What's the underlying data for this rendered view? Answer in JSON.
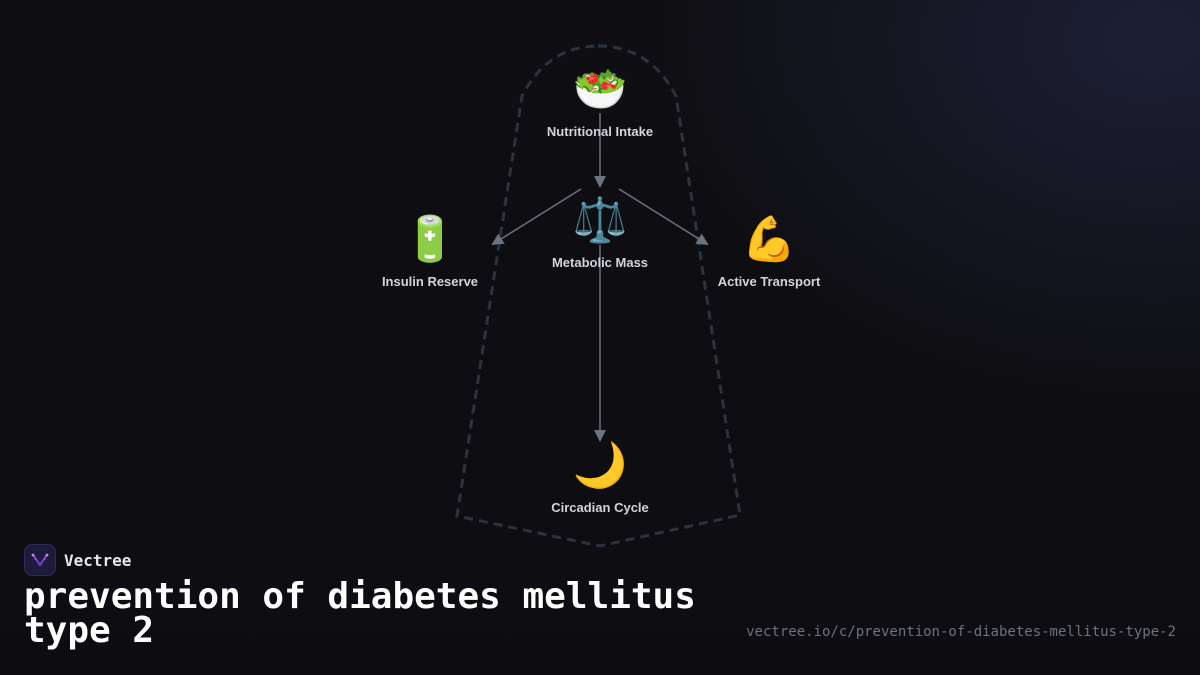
{
  "brand": {
    "name": "Vectree",
    "logo_icon": "vectree-logo-icon"
  },
  "title": "prevention of diabetes mellitus type 2",
  "url": "vectree.io/c/prevention-of-diabetes-mellitus-type-2",
  "colors": {
    "background": "#0f0f13",
    "edge": "#6b7280",
    "boundary": "#2b3240",
    "logo_accent": "#a855f7"
  },
  "diagram": {
    "nodes": [
      {
        "id": "nutritional-intake",
        "label": "Nutritional Intake",
        "icon": "salad-icon",
        "glyph": "🥗"
      },
      {
        "id": "metabolic-mass",
        "label": "Metabolic Mass",
        "icon": "scales-icon",
        "glyph": "⚖️"
      },
      {
        "id": "insulin-reserve",
        "label": "Insulin Reserve",
        "icon": "battery-icon",
        "glyph": "🔋"
      },
      {
        "id": "active-transport",
        "label": "Active Transport",
        "icon": "flexed-biceps-icon",
        "glyph": "💪"
      },
      {
        "id": "circadian-cycle",
        "label": "Circadian Cycle",
        "icon": "crescent-moon-icon",
        "glyph": "🌙"
      }
    ],
    "edges": [
      {
        "from": "nutritional-intake",
        "to": "metabolic-mass"
      },
      {
        "from": "metabolic-mass",
        "to": "insulin-reserve"
      },
      {
        "from": "metabolic-mass",
        "to": "active-transport"
      },
      {
        "from": "metabolic-mass",
        "to": "circadian-cycle"
      }
    ]
  }
}
